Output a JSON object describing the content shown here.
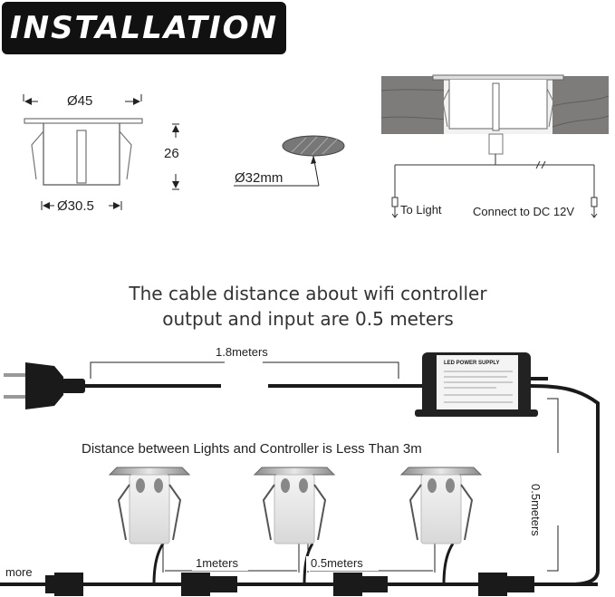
{
  "banner": {
    "title": "INSTALLATION"
  },
  "dimensions": {
    "top_diameter": "Ø45",
    "height": "26",
    "bottom_diameter": "Ø30.5",
    "hole_diameter": "Ø32mm"
  },
  "install": {
    "to_light": "To Light",
    "connect_dc": "Connect to DC 12V"
  },
  "caption": {
    "line1": "The cable distance about wifi controller",
    "line2": "output and input are 0.5 meters"
  },
  "wiring": {
    "cable_length": "1.8meters",
    "power_supply_label": "LED POWER SUPPLY",
    "distance_note": "Distance between Lights and Controller is Less Than 3m",
    "vertical_distance": "0.5meters",
    "light_spacing_1": "1meters",
    "light_spacing_2": "0.5meters",
    "more": "more"
  },
  "colors": {
    "banner_bg": "#111111",
    "wood": "#7d7c7b",
    "cable": "#1a1a1a"
  }
}
